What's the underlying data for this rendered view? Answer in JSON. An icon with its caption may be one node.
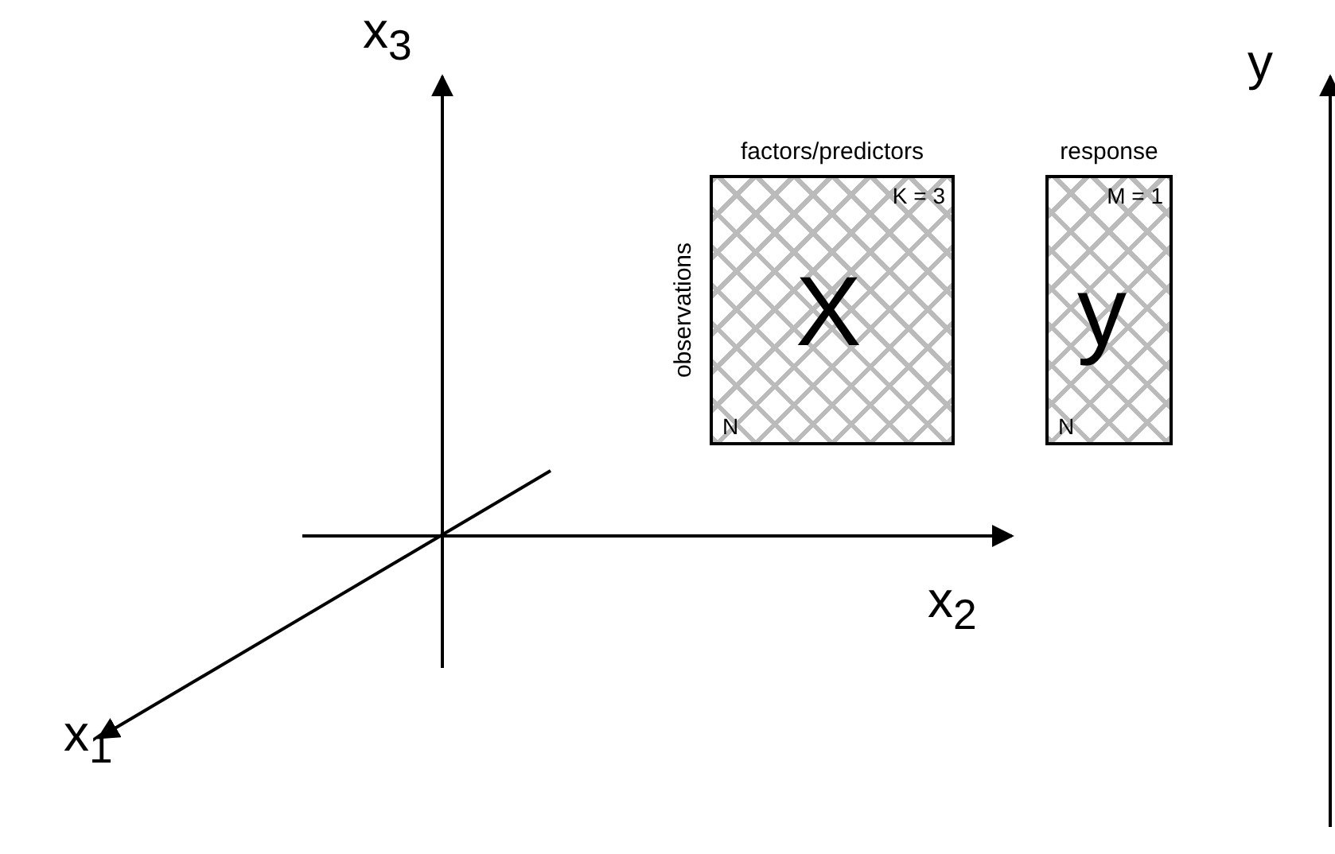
{
  "diagram": {
    "nodes": [
      {
        "text": [
          "factors/predictors",
          "X",
          "K = 3",
          "N"
        ],
        "beside": [
          "observations"
        ]
      },
      {
        "text": [
          "response",
          "y",
          "M = 1",
          "N"
        ]
      }
    ],
    "edges": [],
    "labels": [
      "x$_{3}$",
      "y",
      "x$_{2}$",
      "x$_{1}$"
    ]
  }
}
